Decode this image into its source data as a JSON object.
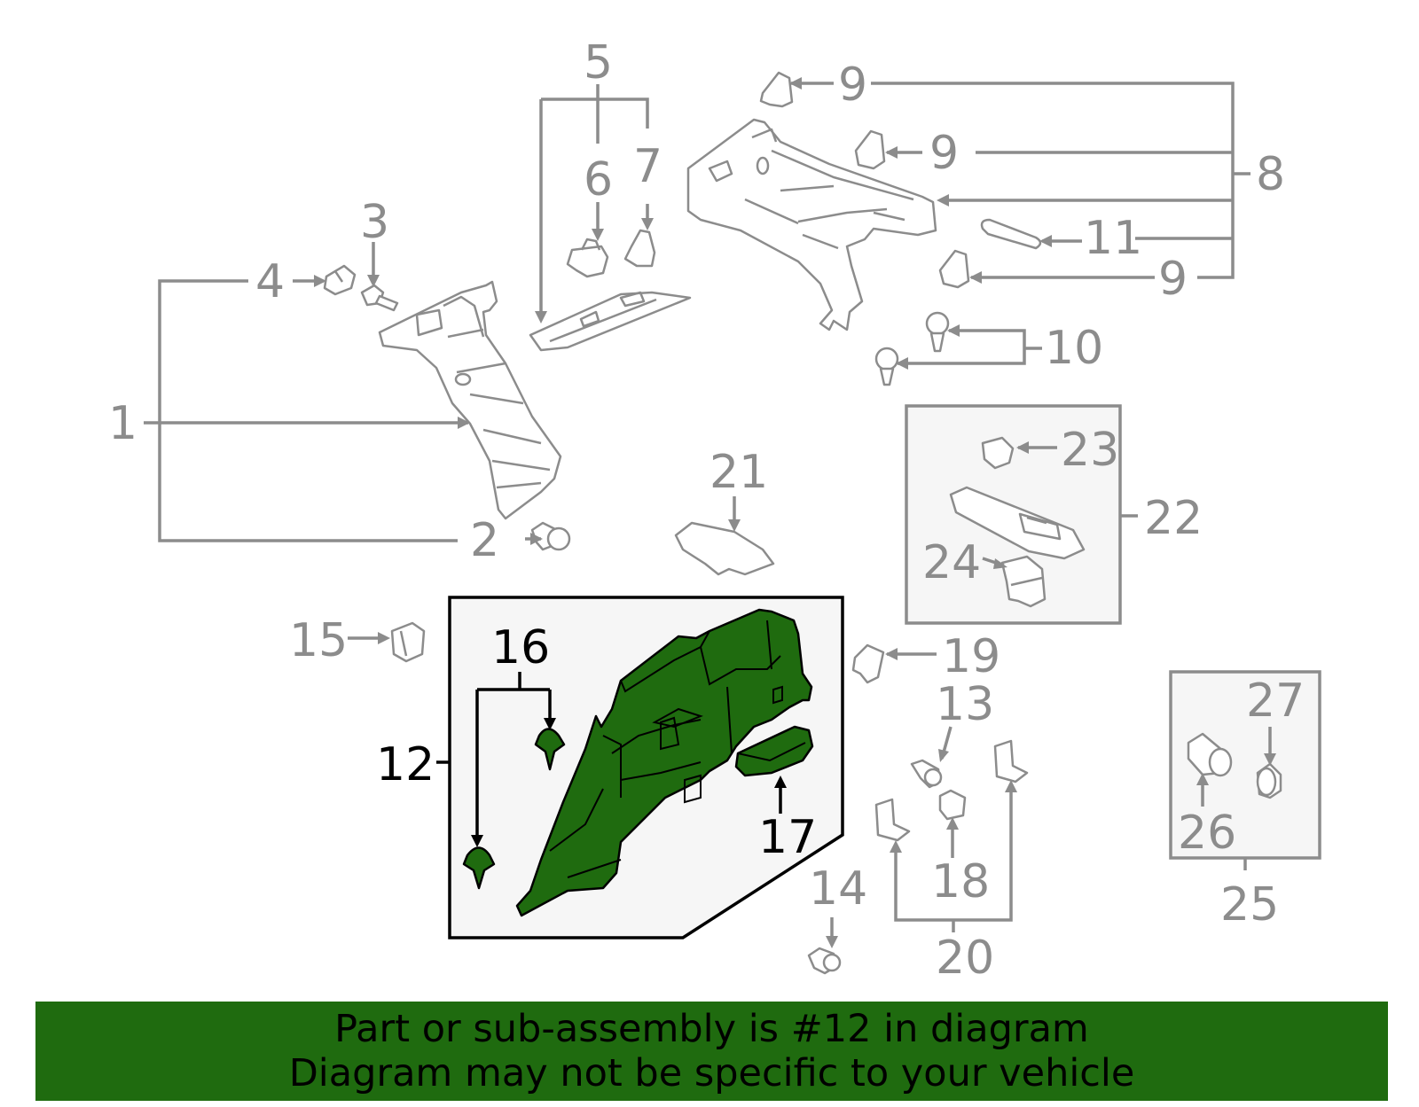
{
  "diagram": {
    "callouts": [
      "1",
      "2",
      "3",
      "4",
      "5",
      "6",
      "7",
      "8",
      "9",
      "10",
      "11",
      "12",
      "13",
      "14",
      "15",
      "16",
      "17",
      "18",
      "19",
      "20",
      "21",
      "22",
      "23",
      "24",
      "25",
      "26",
      "27"
    ],
    "highlighted_part": "12",
    "highlight_color": "#1f6b0f",
    "line_color": "#8c8c8c"
  },
  "banner": {
    "line1": "Part or sub-assembly is #12 in diagram",
    "line2": "Diagram may not be specific to your vehicle",
    "background": "#1f6b0f"
  }
}
